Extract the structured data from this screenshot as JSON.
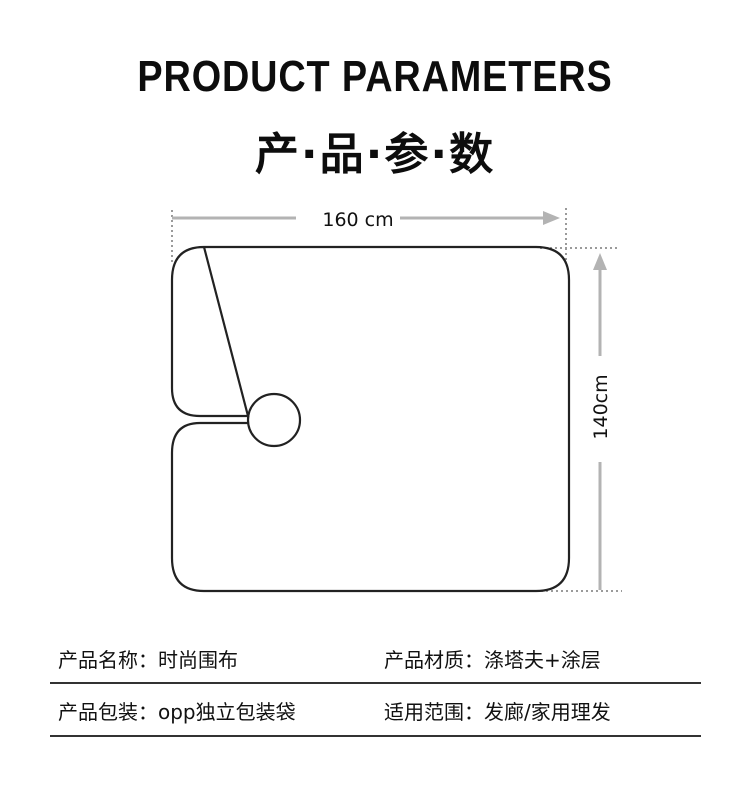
{
  "header": {
    "title_en": "PRODUCT PARAMETERS",
    "title_cn": "产·品·参·数"
  },
  "diagram": {
    "shape": "hair-cutting-cape-outline",
    "width_label": "160 cm",
    "height_label": "140cm",
    "line_color": "#222222",
    "dimension_color": "#b3b3b3"
  },
  "specs": {
    "rows": [
      [
        {
          "label": "产品名称：",
          "value": "时尚围布"
        },
        {
          "label": "产品材质：",
          "value": "涤塔夫+涂层"
        }
      ],
      [
        {
          "label": "产品包装：",
          "value": "opp独立包装袋"
        },
        {
          "label": "适用范围：",
          "value": "发廊/家用理发"
        }
      ]
    ],
    "divider_color": "#333333"
  }
}
